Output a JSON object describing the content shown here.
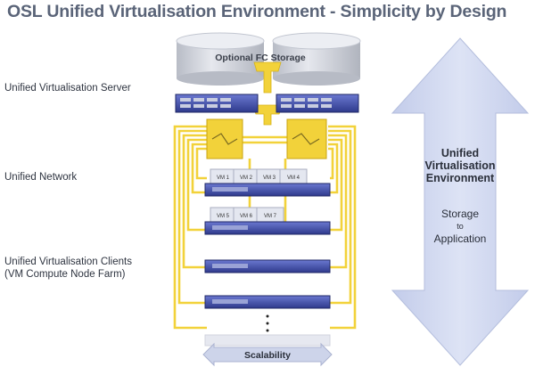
{
  "title": "OSL Unified Virtualisation Environment  -  Simplicity by Design",
  "labels": {
    "server": "Unified Virtualisation Server",
    "network": "Unified Network",
    "clients_line1": "Unified Virtualisation Clients",
    "clients_line2": "(VM Compute Node Farm)"
  },
  "storage_label": "Optional FC Storage",
  "scalability_label": "Scalability",
  "arrow": {
    "title_line1": "Unified",
    "title_line2": "Virtualisation",
    "title_line3": "Environment",
    "sub_line1": "Storage",
    "sub_line2": "to",
    "sub_line3": "Application"
  },
  "vm_row1": [
    "VM 1",
    "VM 2",
    "VM 3",
    "VM 4"
  ],
  "vm_row2": [
    "VM 5",
    "VM 6",
    "VM 7"
  ],
  "colors": {
    "cable": "#f2d23a",
    "cable_dark": "#c9a412",
    "arrow_fill": "#cdd6ee",
    "server_body": "#4a58b8",
    "disk": "#c5c9d2"
  }
}
